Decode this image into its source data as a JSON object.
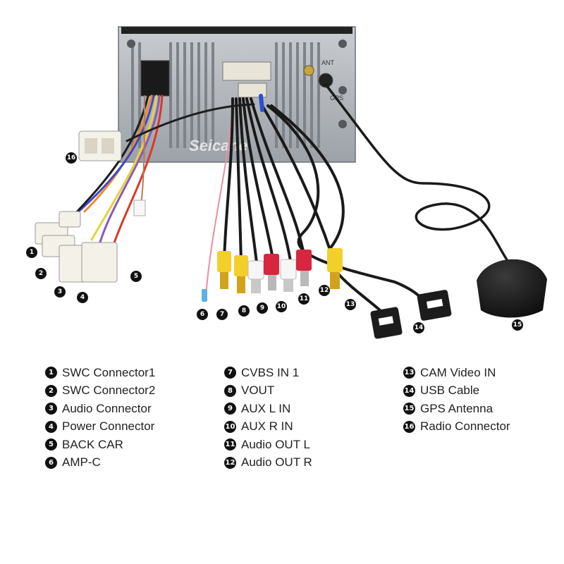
{
  "watermark": "Seicane",
  "unit_labels": {
    "ant": "ANT",
    "gps": "GPS"
  },
  "legend": {
    "col1": [
      {
        "num": "1",
        "label": "SWC Connector1"
      },
      {
        "num": "2",
        "label": "SWC Connector2"
      },
      {
        "num": "3",
        "label": "Audio Connector"
      },
      {
        "num": "4",
        "label": "Power Connector"
      },
      {
        "num": "5",
        "label": "BACK CAR"
      },
      {
        "num": "6",
        "label": "AMP-C"
      }
    ],
    "col2": [
      {
        "num": "7",
        "label": "CVBS IN 1"
      },
      {
        "num": "8",
        "label": "VOUT"
      },
      {
        "num": "9",
        "label": "AUX L IN"
      },
      {
        "num": "10",
        "label": "AUX R IN"
      },
      {
        "num": "11",
        "label": "Audio OUT L"
      },
      {
        "num": "12",
        "label": "Audio OUT R"
      }
    ],
    "col3": [
      {
        "num": "13",
        "label": "CAM Video IN"
      },
      {
        "num": "14",
        "label": "USB Cable"
      },
      {
        "num": "15",
        "label": "GPS Antenna"
      },
      {
        "num": "16",
        "label": "Radio Connector"
      }
    ]
  },
  "markers": [
    "1",
    "2",
    "3",
    "4",
    "5",
    "6",
    "7",
    "8",
    "9",
    "10",
    "11",
    "12",
    "13",
    "14",
    "15",
    "16"
  ]
}
